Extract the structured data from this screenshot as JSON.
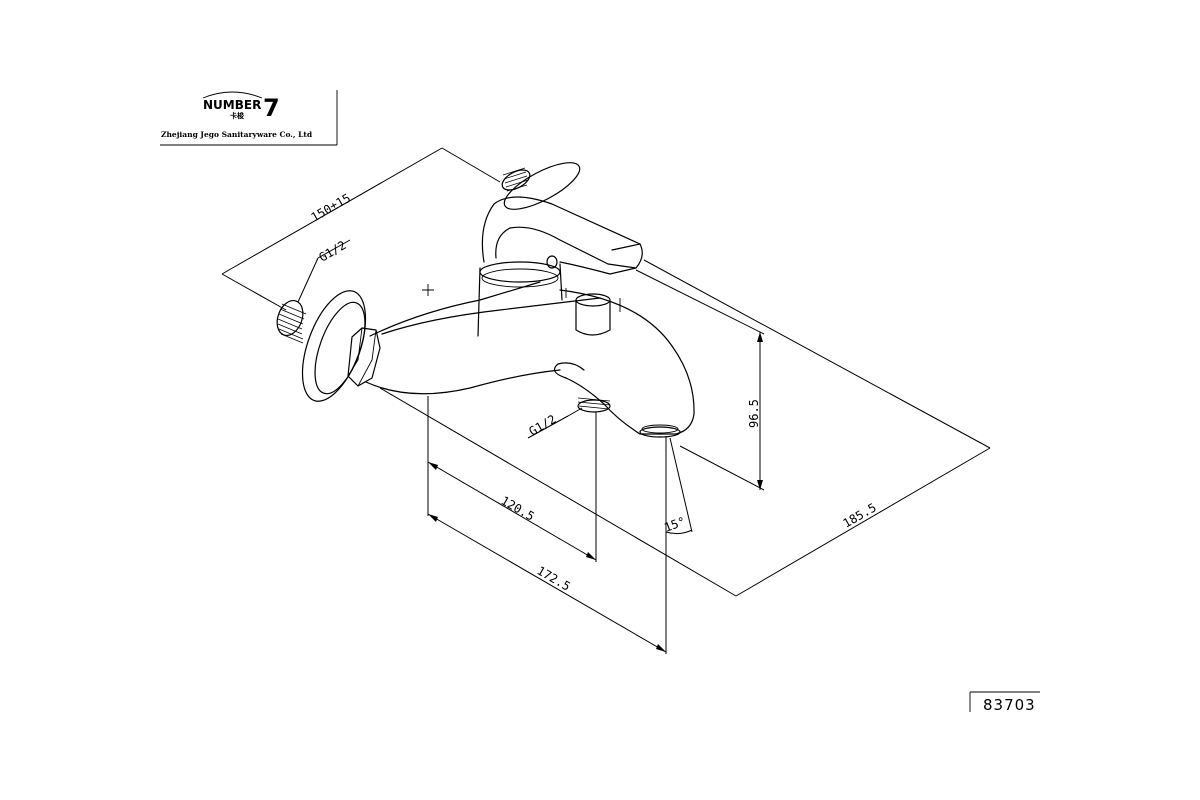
{
  "title_block": {
    "logo_word": "NUMBER",
    "logo_number": "7",
    "logo_subtext": "卡梭",
    "company": "Zhejiang Jego Sanitaryware Co., Ltd"
  },
  "model_number": "83703",
  "dimensions": {
    "inlet_spacing": "150±15",
    "inlet_thread": "G1/2",
    "outlet_thread": "G1/2",
    "spout_to_outlet": "120.5",
    "spout_reach": "172.5",
    "overall_depth": "185.5",
    "height": "96.5",
    "spout_angle": "15°"
  }
}
